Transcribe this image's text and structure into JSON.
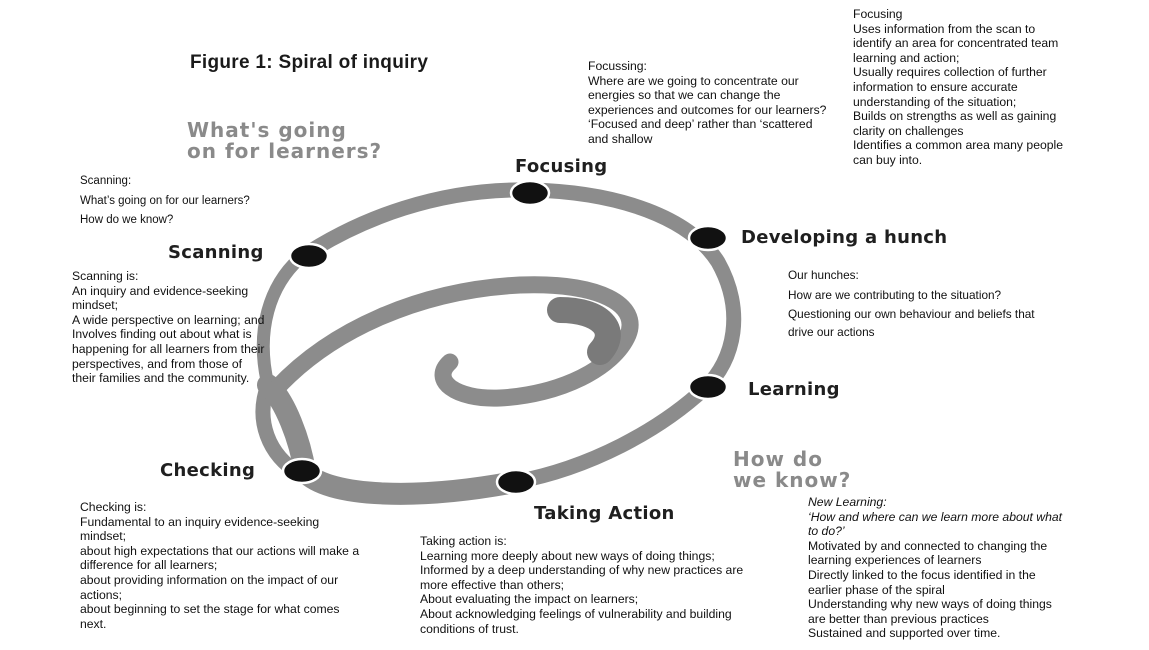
{
  "figure_title": "Figure 1: Spiral of inquiry",
  "questions": {
    "going_on": [
      "What's going",
      "on for learners?"
    ],
    "how_know": [
      "How do",
      "we know?"
    ]
  },
  "stages": {
    "focusing": "Focusing",
    "developing": "Developing a hunch",
    "learning": "Learning",
    "taking_action": "Taking Action",
    "checking": "Checking",
    "scanning": "Scanning"
  },
  "notes": {
    "scanning_questions": [
      "Scanning:",
      "What’s going on for our learners?",
      "How do we know?"
    ],
    "scanning_is": [
      "Scanning is:",
      "An inquiry and evidence-seeking",
      "mindset;",
      "A wide perspective on learning; and",
      "Involves finding out about what is",
      "happening for all learners from their",
      "perspectives, and from those of",
      "their families and the community."
    ],
    "focussing_question": [
      "Focussing:",
      "Where are we going to concentrate our",
      "energies so that we can change the",
      "experiences and outcomes for our learners?",
      "‘Focused and deep’ rather than ‘scattered",
      "and shallow"
    ],
    "focusing_uses": [
      "Focusing",
      "Uses information from the scan to",
      "identify an area for concentrated team",
      "learning and action;",
      "Usually requires collection of further",
      "information to ensure accurate",
      "understanding of the situation;",
      "Builds on strengths as well as gaining",
      "clarity on challenges",
      "Identifies a common area many people",
      "can buy into."
    ],
    "hunches": [
      "Our hunches:",
      "How are we contributing to the situation?",
      "Questioning our own behaviour and beliefs that",
      "drive our actions"
    ],
    "checking_is": [
      "Checking is:",
      "Fundamental to an inquiry evidence-seeking",
      "mindset;",
      "about high expectations that our actions will make a",
      "difference for all learners;",
      "about providing information on the impact of our",
      "actions;",
      "about beginning to set the stage for what comes",
      "next."
    ],
    "taking_action_is": [
      "Taking action is:",
      "Learning more deeply about new ways of doing things;",
      "Informed by a deep understanding of why new practices are",
      "more effective than others;",
      "About evaluating the impact on learners;",
      "About acknowledging feelings of vulnerability and building",
      "conditions of trust."
    ],
    "new_learning_heading": [
      "New Learning:",
      "‘How and where can we learn more about what",
      "to do?’"
    ],
    "new_learning_body": [
      "Motivated by and connected to changing the",
      "learning experiences of learners",
      "Directly linked to the focus identified in the",
      "earlier phase of the spiral",
      "Understanding why new ways of doing things",
      "are better than previous practices",
      "Sustained and supported over time."
    ]
  }
}
